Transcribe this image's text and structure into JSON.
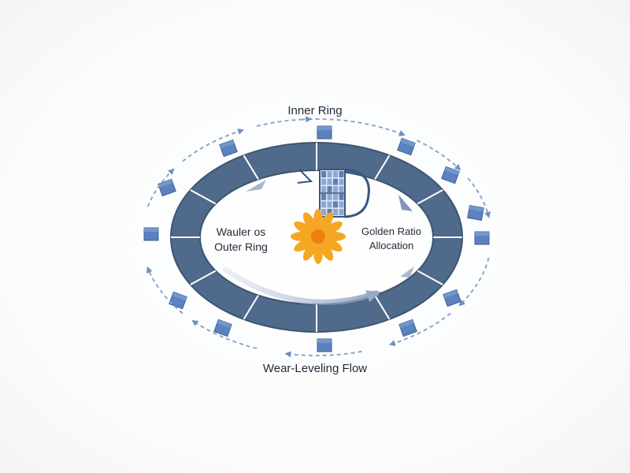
{
  "labels": {
    "top": "Inner Ring",
    "bottom": "Wear-Leveling Flow",
    "left_line1": "Wauler os",
    "left_line2": "Outer Ring",
    "right_line1": "Golden Ratio",
    "right_line2": "Allocation"
  },
  "colors": {
    "ring": "#4f6a8a",
    "ring_dark": "#3c5572",
    "block": "#5b82be",
    "block_light": "#7aa0d6",
    "arrow": "#8ea6c8",
    "flower_petal": "#f5a623",
    "flower_center": "#f07f12",
    "text": "#1f2a36"
  },
  "icons": {
    "center_symbol": "golden-ratio-grid-icon",
    "flower": "sunflower-icon"
  }
}
